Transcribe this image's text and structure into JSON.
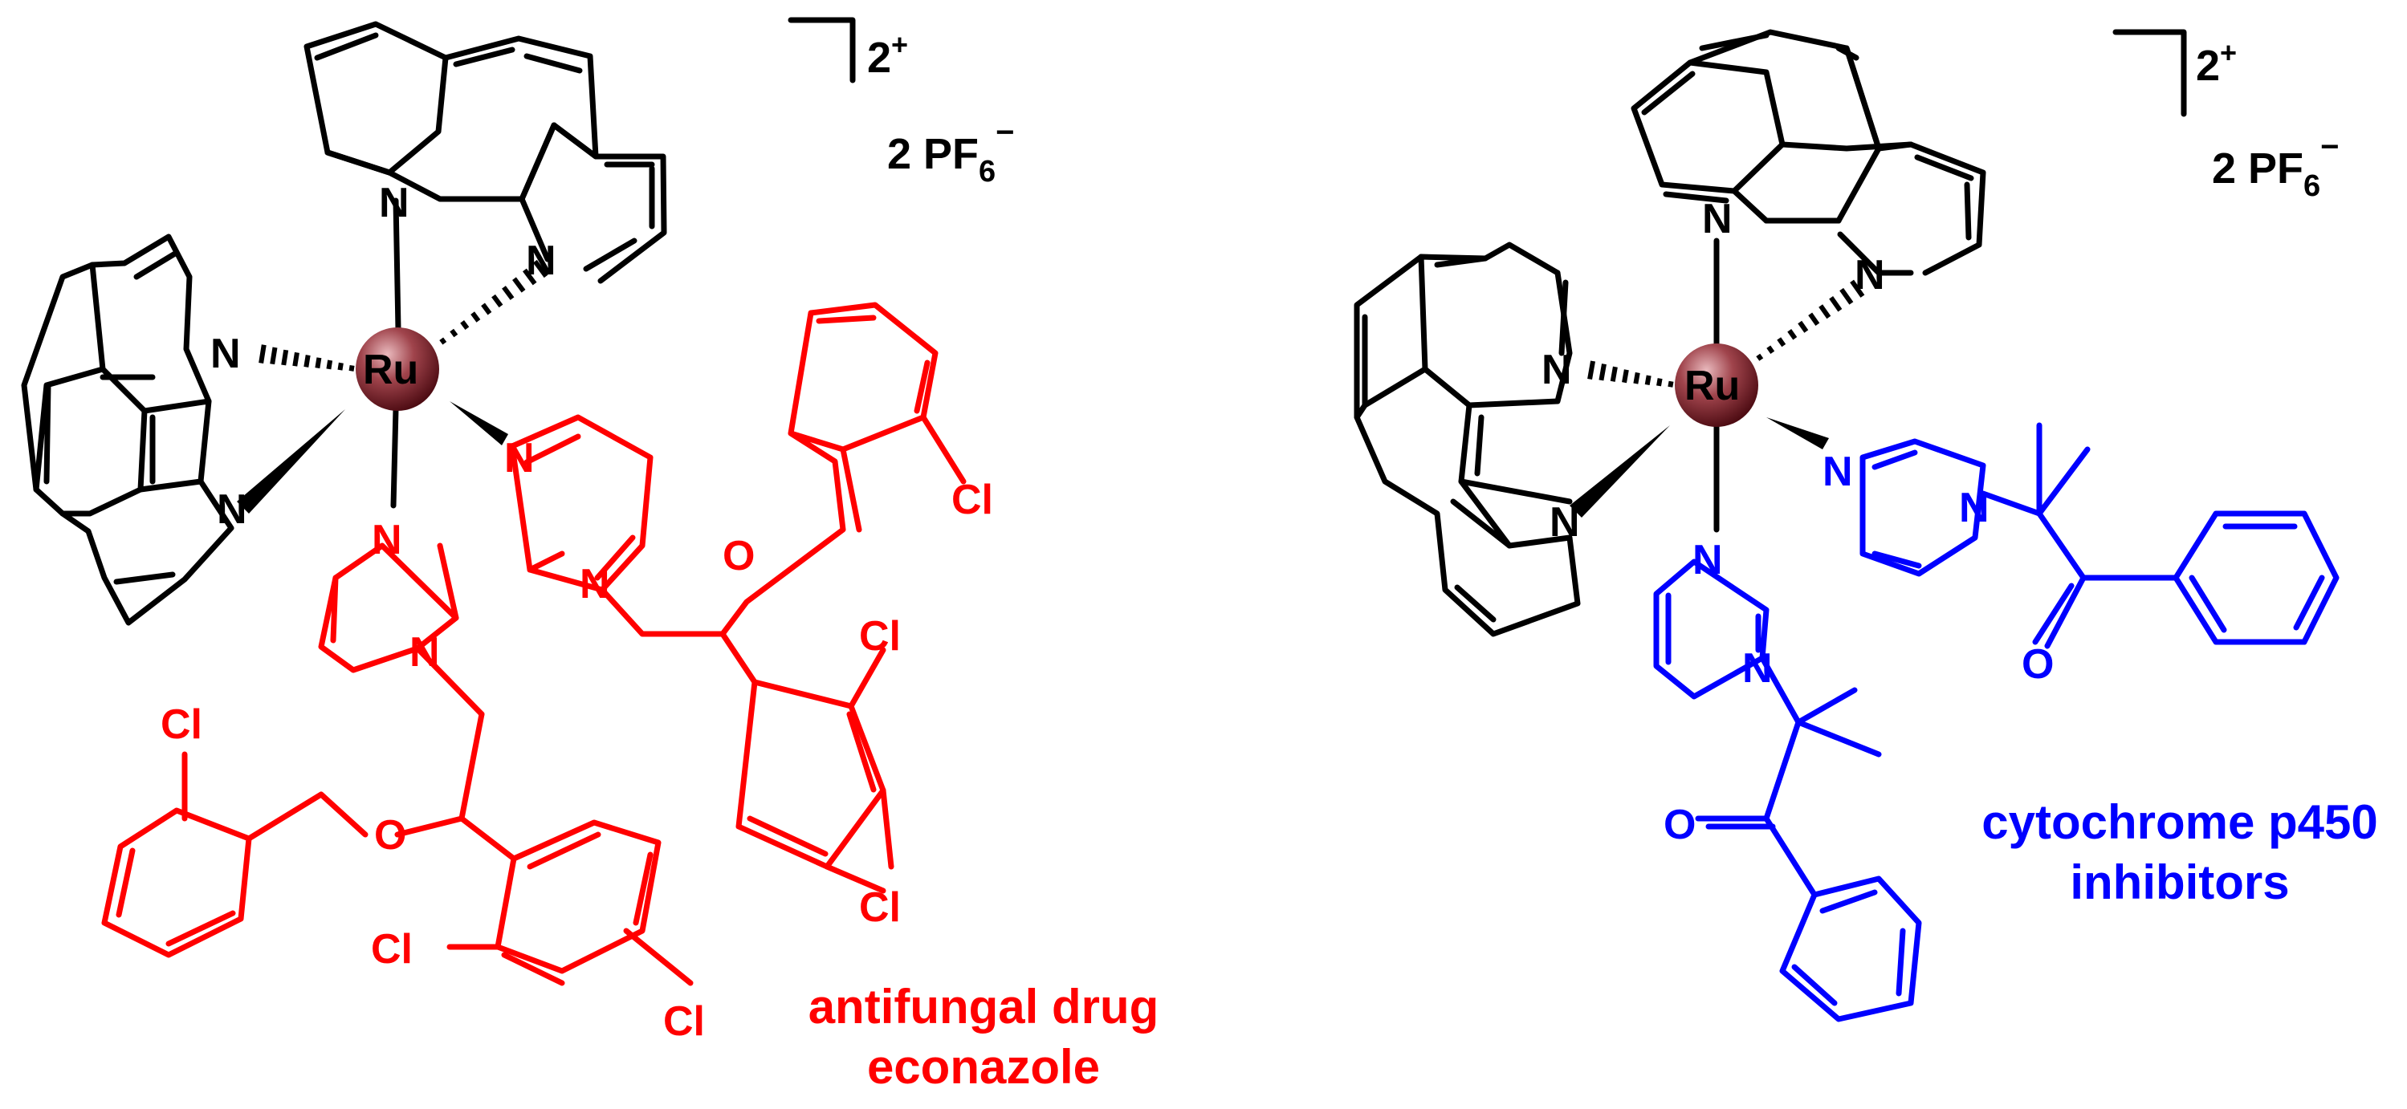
{
  "colors": {
    "bond": "#000000",
    "econazole": "#ff0000",
    "inhibitor": "#0000ff",
    "ru_light": "#e9b9bd",
    "ru_mid": "#a0444c",
    "ru_dark": "#4e0c13"
  },
  "left": {
    "metal": "Ru",
    "charge_num": "2",
    "charge_sup": "+",
    "counter_prefix": "2 PF",
    "counter_sub": "6",
    "counter_sup": "−",
    "atom_N": "N",
    "atom_O": "O",
    "atom_Cl": "Cl",
    "caption_line1": "antifungal drug",
    "caption_line2": "econazole"
  },
  "right": {
    "metal": "Ru",
    "charge_num": "2",
    "charge_sup": "+",
    "counter_prefix": "2 PF",
    "counter_sub": "6",
    "counter_sup": "−",
    "atom_N": "N",
    "atom_O": "O",
    "caption_line1": "cytochrome p450",
    "caption_line2": "inhibitors"
  }
}
